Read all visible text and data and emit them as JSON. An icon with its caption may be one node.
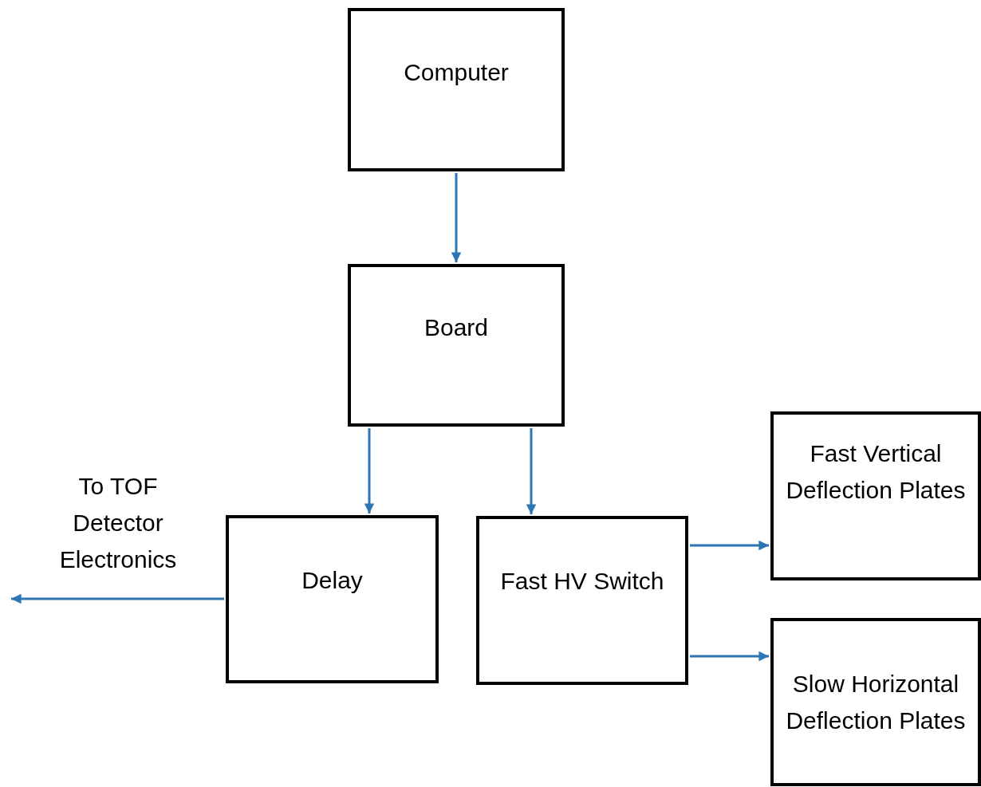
{
  "diagram": {
    "nodes": [
      {
        "text": [
          "Computer"
        ]
      },
      {
        "text": [
          "Board"
        ]
      },
      {
        "text": [
          "Delay"
        ]
      },
      {
        "text": [
          "Fast HV Switch"
        ]
      },
      {
        "text": [
          "Fast Vertical Deflection Plates"
        ]
      },
      {
        "text": [
          "Slow Horizontal Deflection Plates"
        ]
      }
    ],
    "edges": [
      {
        "from": 0,
        "to": 1,
        "arrow": "to"
      },
      {
        "from": 1,
        "to": 2,
        "arrow": "to"
      },
      {
        "from": 1,
        "to": 3,
        "arrow": "to"
      },
      {
        "from": 3,
        "to": 4,
        "arrow": "to"
      },
      {
        "from": 3,
        "to": 5,
        "arrow": "to"
      },
      {
        "from": 2,
        "to": null,
        "arrow": "to",
        "label": "To TOF Detector Electronics"
      }
    ]
  }
}
